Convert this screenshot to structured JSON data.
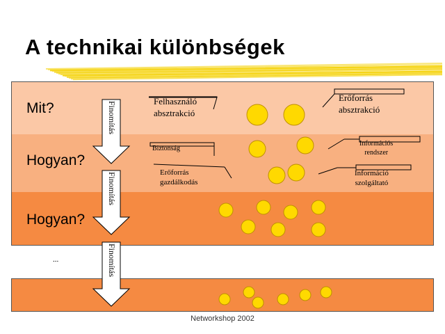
{
  "title": "A technikai különbségek",
  "levels": {
    "mit": "Mit?",
    "hogyan1": "Hogyan?",
    "hogyan2": "Hogyan?"
  },
  "ellipsis": "...",
  "refinement_label": "Finomítás",
  "callouts": {
    "user_abstraction": "Felhasználó\nabsztrakció",
    "resource_abstraction": "Erőforrás\nabsztrakció",
    "security": "Biztonság",
    "info_system": "Információs\nrendszer",
    "resource_management": "Erőforrás\ngazdálkodás",
    "info_provider": "Információ\nszolgáltató"
  },
  "footer": "Networkshop 2002",
  "colors": {
    "band1": "#fbc8a6",
    "band2": "#f8b080",
    "band3": "#f58a42",
    "band4": "#f58a42",
    "circle_fill": "#ffd900",
    "circle_stroke": "#c09000",
    "title_brush": "#f5d100"
  }
}
